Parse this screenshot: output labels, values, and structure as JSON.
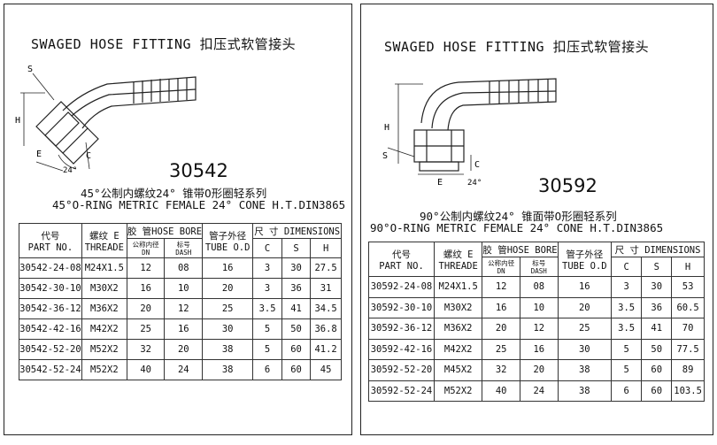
{
  "panels": [
    {
      "title": "SWAGED HOSE FITTING  扣压式软管接头",
      "part_number": "30542",
      "subtitle_cn": "45°公制内螺纹24° 锥带O形圈轻系列",
      "subtitle_en": "45°O-RING METRIC FEMALE 24° CONE H.T.DIN3865",
      "drawing_labels": {
        "s": "S",
        "h": "H",
        "e": "E",
        "c": "C",
        "angle": "24°"
      },
      "headers": {
        "part_cn": "代号",
        "part_en": "PART NO.",
        "thread_cn": "螺纹 E",
        "thread_en": "THREADE",
        "hose": "胶 管HOSE BORE",
        "hose_dn": "公称内径",
        "hose_dn_en": "DN",
        "hose_dash": "标号",
        "hose_dash_en": "DASH",
        "tube_cn": "管子外径",
        "tube_en": "TUBE O.D",
        "dim": "尺 寸 DIMENSIONS",
        "c": "C",
        "s": "S",
        "h": "H"
      },
      "rows": [
        {
          "part": "30542-24-08",
          "thread": "M24X1.5",
          "dn": "12",
          "dash": "08",
          "tube": "16",
          "c": "3",
          "s": "30",
          "h": "27.5"
        },
        {
          "part": "30542-30-10",
          "thread": "M30X2",
          "dn": "16",
          "dash": "10",
          "tube": "20",
          "c": "3",
          "s": "36",
          "h": "31"
        },
        {
          "part": "30542-36-12",
          "thread": "M36X2",
          "dn": "20",
          "dash": "12",
          "tube": "25",
          "c": "3.5",
          "s": "41",
          "h": "34.5"
        },
        {
          "part": "30542-42-16",
          "thread": "M42X2",
          "dn": "25",
          "dash": "16",
          "tube": "30",
          "c": "5",
          "s": "50",
          "h": "36.8"
        },
        {
          "part": "30542-52-20",
          "thread": "M52X2",
          "dn": "32",
          "dash": "20",
          "tube": "38",
          "c": "5",
          "s": "60",
          "h": "41.2"
        },
        {
          "part": "30542-52-24",
          "thread": "M52X2",
          "dn": "40",
          "dash": "24",
          "tube": "38",
          "c": "6",
          "s": "60",
          "h": "45"
        }
      ]
    },
    {
      "title": "SWAGED HOSE FITTING  扣压式软管接头",
      "part_number": "30592",
      "subtitle_cn": "90°公制内螺纹24° 锥面带O形圈轻系列",
      "subtitle_en": "90°O-RING METRIC FEMALE 24° CONE H.T.DIN3865",
      "drawing_labels": {
        "s": "S",
        "h": "H",
        "e": "E",
        "c": "C",
        "angle": "24°"
      },
      "headers": {
        "part_cn": "代号",
        "part_en": "PART NO.",
        "thread_cn": "螺纹 E",
        "thread_en": "THREADE",
        "hose": "胶 管HOSE BORE",
        "hose_dn": "公称内径",
        "hose_dn_en": "DN",
        "hose_dash": "标号",
        "hose_dash_en": "DASH",
        "tube_cn": "管子外径",
        "tube_en": "TUBE O.D",
        "dim": "尺 寸 DIMENSIONS",
        "c": "C",
        "s": "S",
        "h": "H"
      },
      "rows": [
        {
          "part": "30592-24-08",
          "thread": "M24X1.5",
          "dn": "12",
          "dash": "08",
          "tube": "16",
          "c": "3",
          "s": "30",
          "h": "53"
        },
        {
          "part": "30592-30-10",
          "thread": "M30X2",
          "dn": "16",
          "dash": "10",
          "tube": "20",
          "c": "3.5",
          "s": "36",
          "h": "60.5"
        },
        {
          "part": "30592-36-12",
          "thread": "M36X2",
          "dn": "20",
          "dash": "12",
          "tube": "25",
          "c": "3.5",
          "s": "41",
          "h": "70"
        },
        {
          "part": "30592-42-16",
          "thread": "M42X2",
          "dn": "25",
          "dash": "16",
          "tube": "30",
          "c": "5",
          "s": "50",
          "h": "77.5"
        },
        {
          "part": "30592-52-20",
          "thread": "M45X2",
          "dn": "32",
          "dash": "20",
          "tube": "38",
          "c": "5",
          "s": "60",
          "h": "89"
        },
        {
          "part": "30592-52-24",
          "thread": "M52X2",
          "dn": "40",
          "dash": "24",
          "tube": "38",
          "c": "6",
          "s": "60",
          "h": "103.5"
        }
      ]
    }
  ]
}
